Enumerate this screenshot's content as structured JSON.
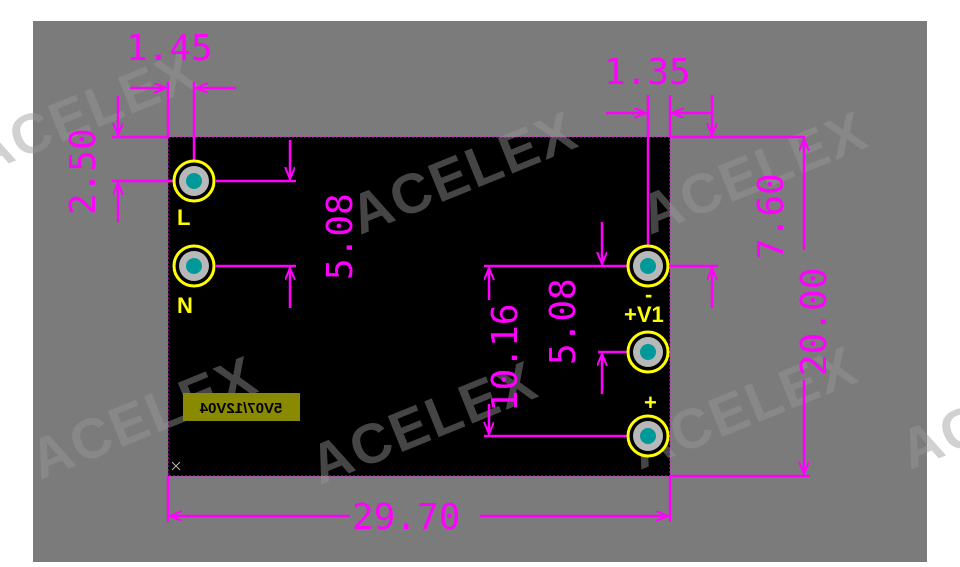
{
  "board": {
    "part_marking": "5V07/12V04"
  },
  "pins": {
    "left_top": "L",
    "left_bottom": "N",
    "right_minus": "-",
    "right_v1": "+V1",
    "right_plus": "+"
  },
  "dimensions": {
    "top_left_width": "1.45",
    "left_offset": "2.50",
    "left_pitch": "5.08",
    "right_offset": "1.35",
    "right_top_offset": "7.60",
    "right_pitch": "5.08",
    "right_span": "10.16",
    "board_height": "20.00",
    "board_width": "29.70"
  },
  "watermark": "ACELEX",
  "colors": {
    "background": "#7b7b7b",
    "board": "#000000",
    "dimension": "#ff00ff",
    "pad_ring": "#ffff00",
    "pad_fill": "#b8b8b8",
    "pad_hole": "#009999",
    "silkscreen": "#ffff00",
    "part_box": "#8a8a00"
  }
}
